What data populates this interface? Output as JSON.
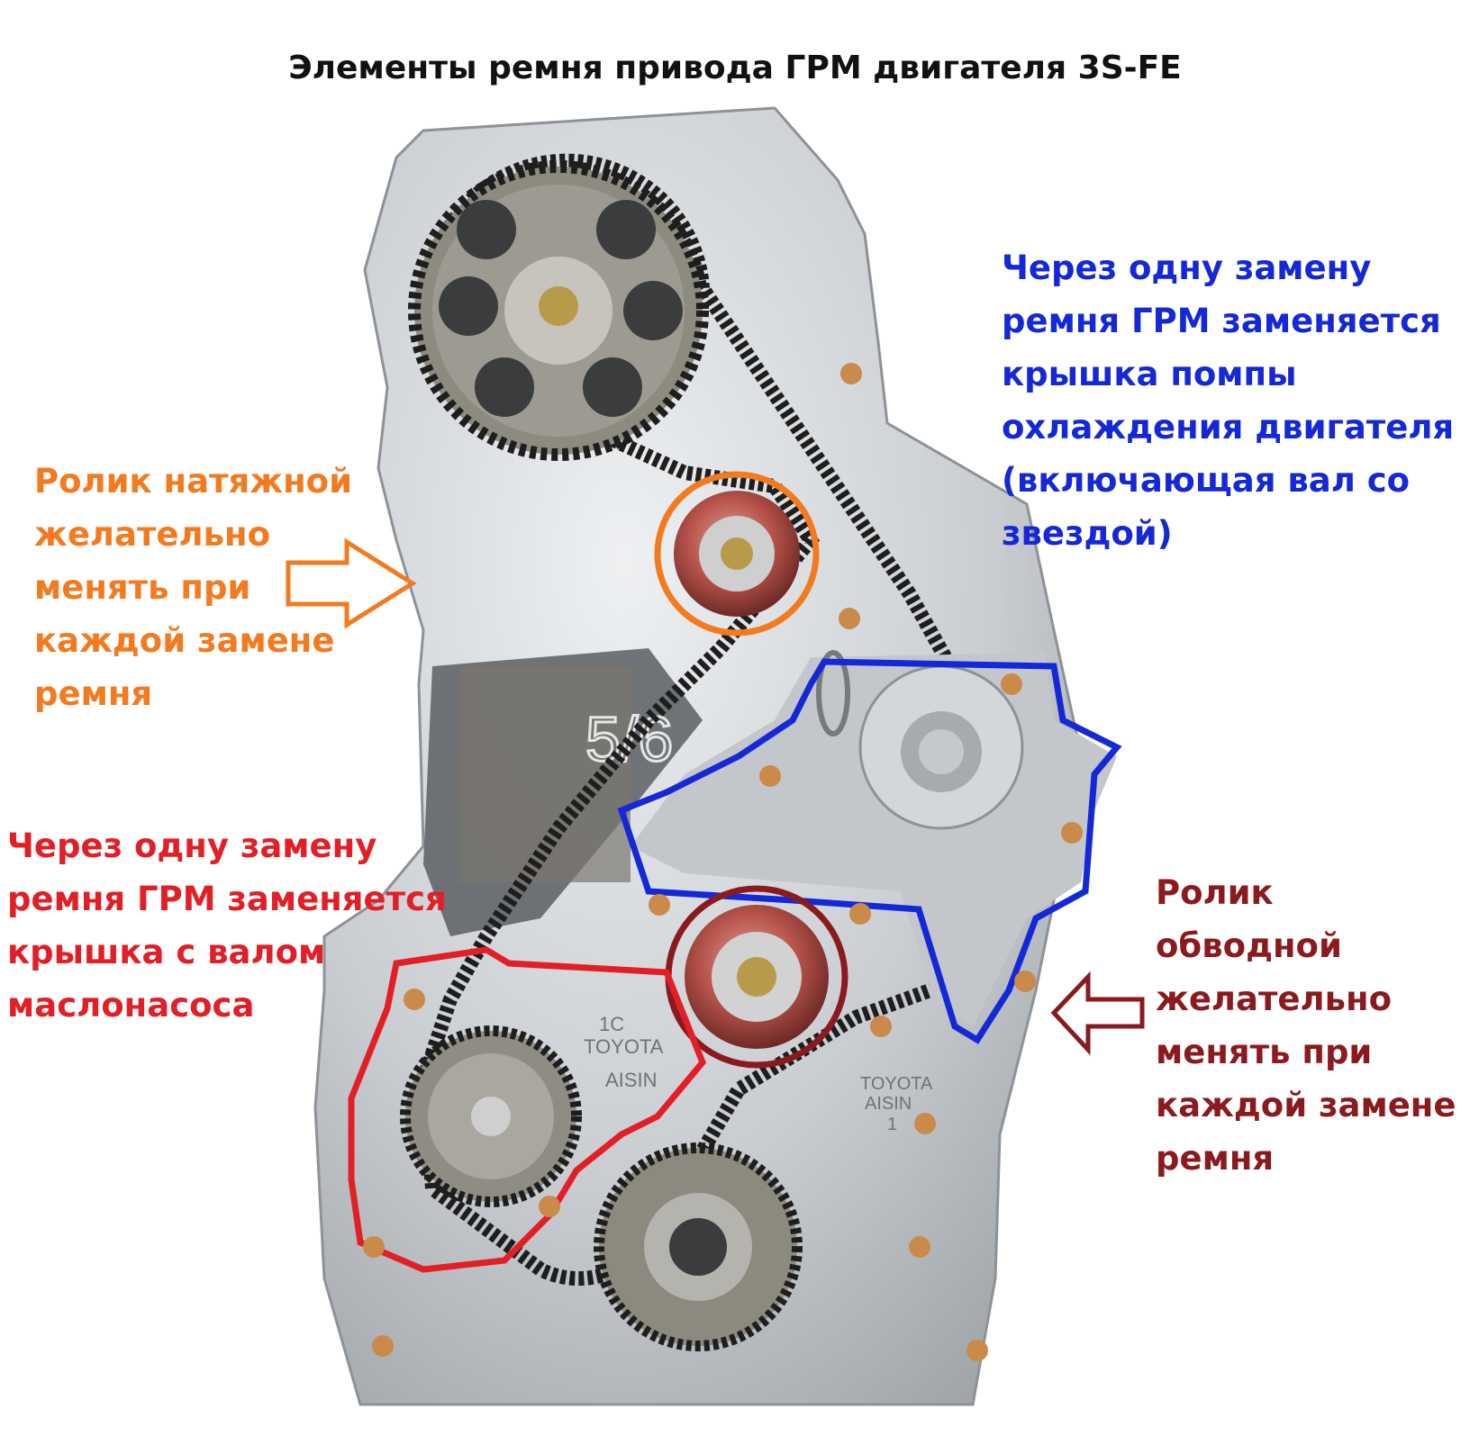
{
  "title": "Элементы ремня привода ГРМ двигателя 3S-FE",
  "annotations": {
    "tensioner": {
      "text": "Ролик натяжной\nжелательно\nменять при\nкаждой замене\nремня",
      "color": "#f47a20"
    },
    "water_pump": {
      "text": "Через одну замену\nремня ГРМ заменяется\nкрышка помпы\nохлаждения двигателя\n(включающая вал со\n  звездой)",
      "color": "#1428d8"
    },
    "oil_pump": {
      "text": "Через одну замену\nремня ГРМ заменяется\nкрышка с валом\nмаслонасоса",
      "color": "#e21f26"
    },
    "idler": {
      "text": "Ролик обводной\nжелательно\nменять при\nкаждой замене\nремня",
      "color": "#8b1a1f"
    }
  },
  "engine_marking": "5/6",
  "pump_cover_lines": [
    "1C",
    "TOYOTA",
    "AISIN"
  ],
  "oil_cover_lines": [
    "TOYOTA",
    "AISIN",
    "1"
  ],
  "colors": {
    "engine_light": "#dfe2e5",
    "engine_mid": "#b9bec3",
    "engine_dark": "#5b5e61",
    "belt": "#1e1e1e",
    "pulley_red": "#b44a44"
  }
}
